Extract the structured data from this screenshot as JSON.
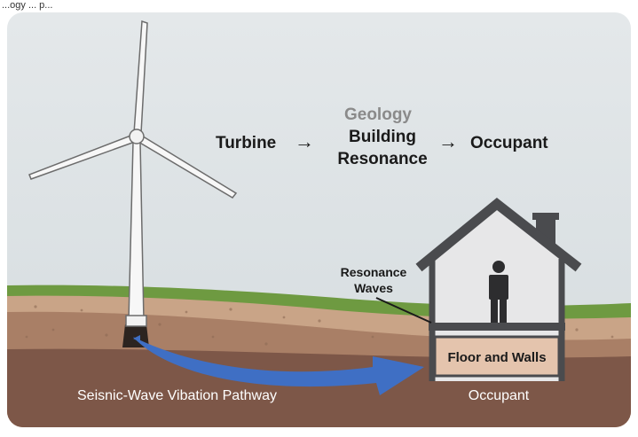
{
  "header_fragment": "...ogy ... p...",
  "flow": {
    "turbine": "Turbine",
    "geology": "Geology",
    "building_line1": "Building",
    "building_line2": "Resonance",
    "occupant": "Occupant",
    "arrow_glyph": "→"
  },
  "labels": {
    "resonance_line1": "Resonance",
    "resonance_line2": "Waves",
    "floor_walls": "Floor and Walls",
    "pathway": "Seisnic-Wave Vibation Pathway",
    "occupant_bottom": "Occupant"
  },
  "colors": {
    "sky": "#dde3e5",
    "ground_top": "#c9a487",
    "ground_mid": "#a97f66",
    "ground_deep": "#7d5748",
    "grass": "#6e9a41",
    "house_outline": "#4a4b4e",
    "house_fill": "#e7e7e8",
    "floor_box": "#e4c4ad",
    "wave_arrow": "#3f6fc4",
    "geology_text": "#8a8a8a",
    "text_dark": "#1a1a1a",
    "text_light": "#ffffff"
  }
}
